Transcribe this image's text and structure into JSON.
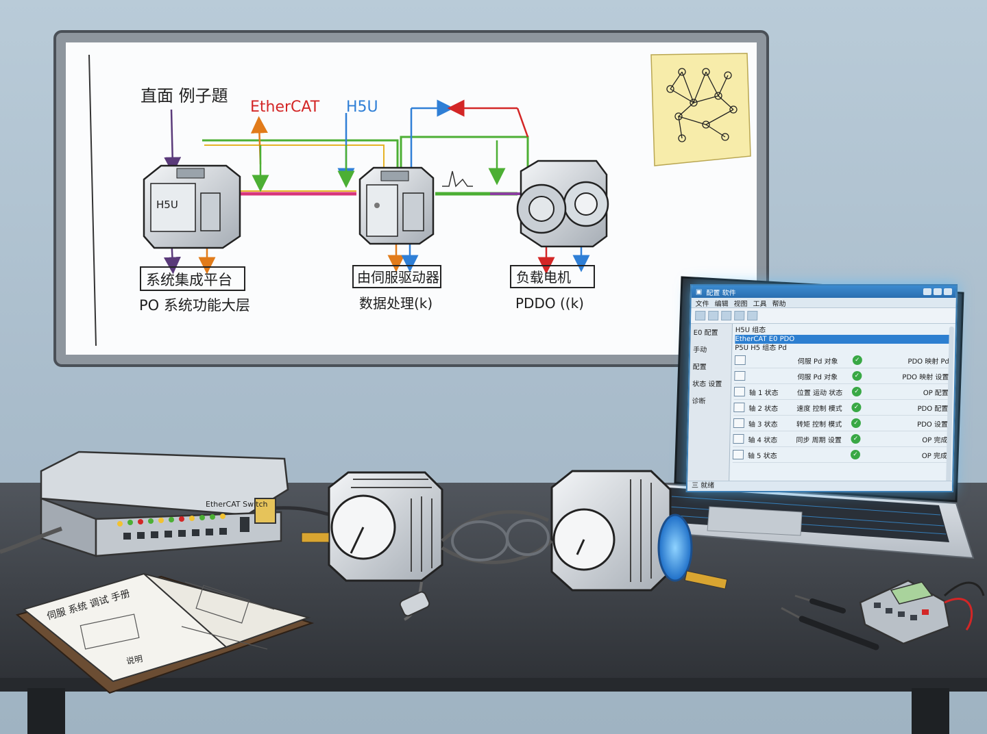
{
  "whiteboard": {
    "header_left": "直面 例子題",
    "protocol_label": "EtherCAT",
    "controller_tag": "H5U",
    "device1_model_label": "H5U",
    "device1_caption": "系统集成平台",
    "device1_subcaption": "PO 系统功能大层",
    "device2_caption": "由伺服驱动器",
    "device2_subcaption": "数据处理(k)",
    "device3_caption": "负载电机",
    "device3_subcaption": "PDDO ((k)"
  },
  "laptop": {
    "window_title": "配置 软件",
    "menu": [
      "文件",
      "编辑",
      "视图",
      "工具",
      "帮助"
    ],
    "sidebar": [
      "E0 配置",
      "手动",
      "配置",
      "状态 设置",
      "诊断"
    ],
    "tree": [
      {
        "label": "H5U 组态",
        "selected": false
      },
      {
        "label": "EtherCAT   E0   PDO",
        "selected": true
      },
      {
        "label": "P5U   H5 组态   Pd",
        "selected": false
      }
    ],
    "rows": [
      {
        "name": "",
        "desc": "伺服 Pd 对象",
        "value": "PDO 映射 Pd"
      },
      {
        "name": "",
        "desc": "伺服 Pd 对象",
        "value": "PDO 映射 设置"
      },
      {
        "name": "轴 1 状态",
        "desc": "位置 运动 状态",
        "value": "OP 配置"
      },
      {
        "name": "轴 2 状态",
        "desc": "速度 控制 模式",
        "value": "PDO 配置"
      },
      {
        "name": "轴 3 状态",
        "desc": "转矩 控制 模式",
        "value": "PDO 设置"
      },
      {
        "name": "轴 4 状态",
        "desc": "同步 周期 设置",
        "value": "OP 完成"
      },
      {
        "name": "轴 5 状态",
        "desc": "",
        "value": "OP 完成"
      }
    ],
    "status_bar": "三 就绪"
  },
  "desk": {
    "switch_label": "EtherCAT Switch",
    "manual_title": "伺服 系统 调试 手册",
    "manual_page_label": "说明"
  },
  "colors": {
    "wall": "#b9cbd8",
    "whiteboard": "#ffffff",
    "desk": "#3d4147",
    "ethercat_red": "#d32626",
    "h5u_blue": "#2f7fd6",
    "line_green": "#4caf34",
    "line_orange": "#e17b1a",
    "sticky_note": "#f7ecaa",
    "screen_glow": "#4cbaff"
  }
}
